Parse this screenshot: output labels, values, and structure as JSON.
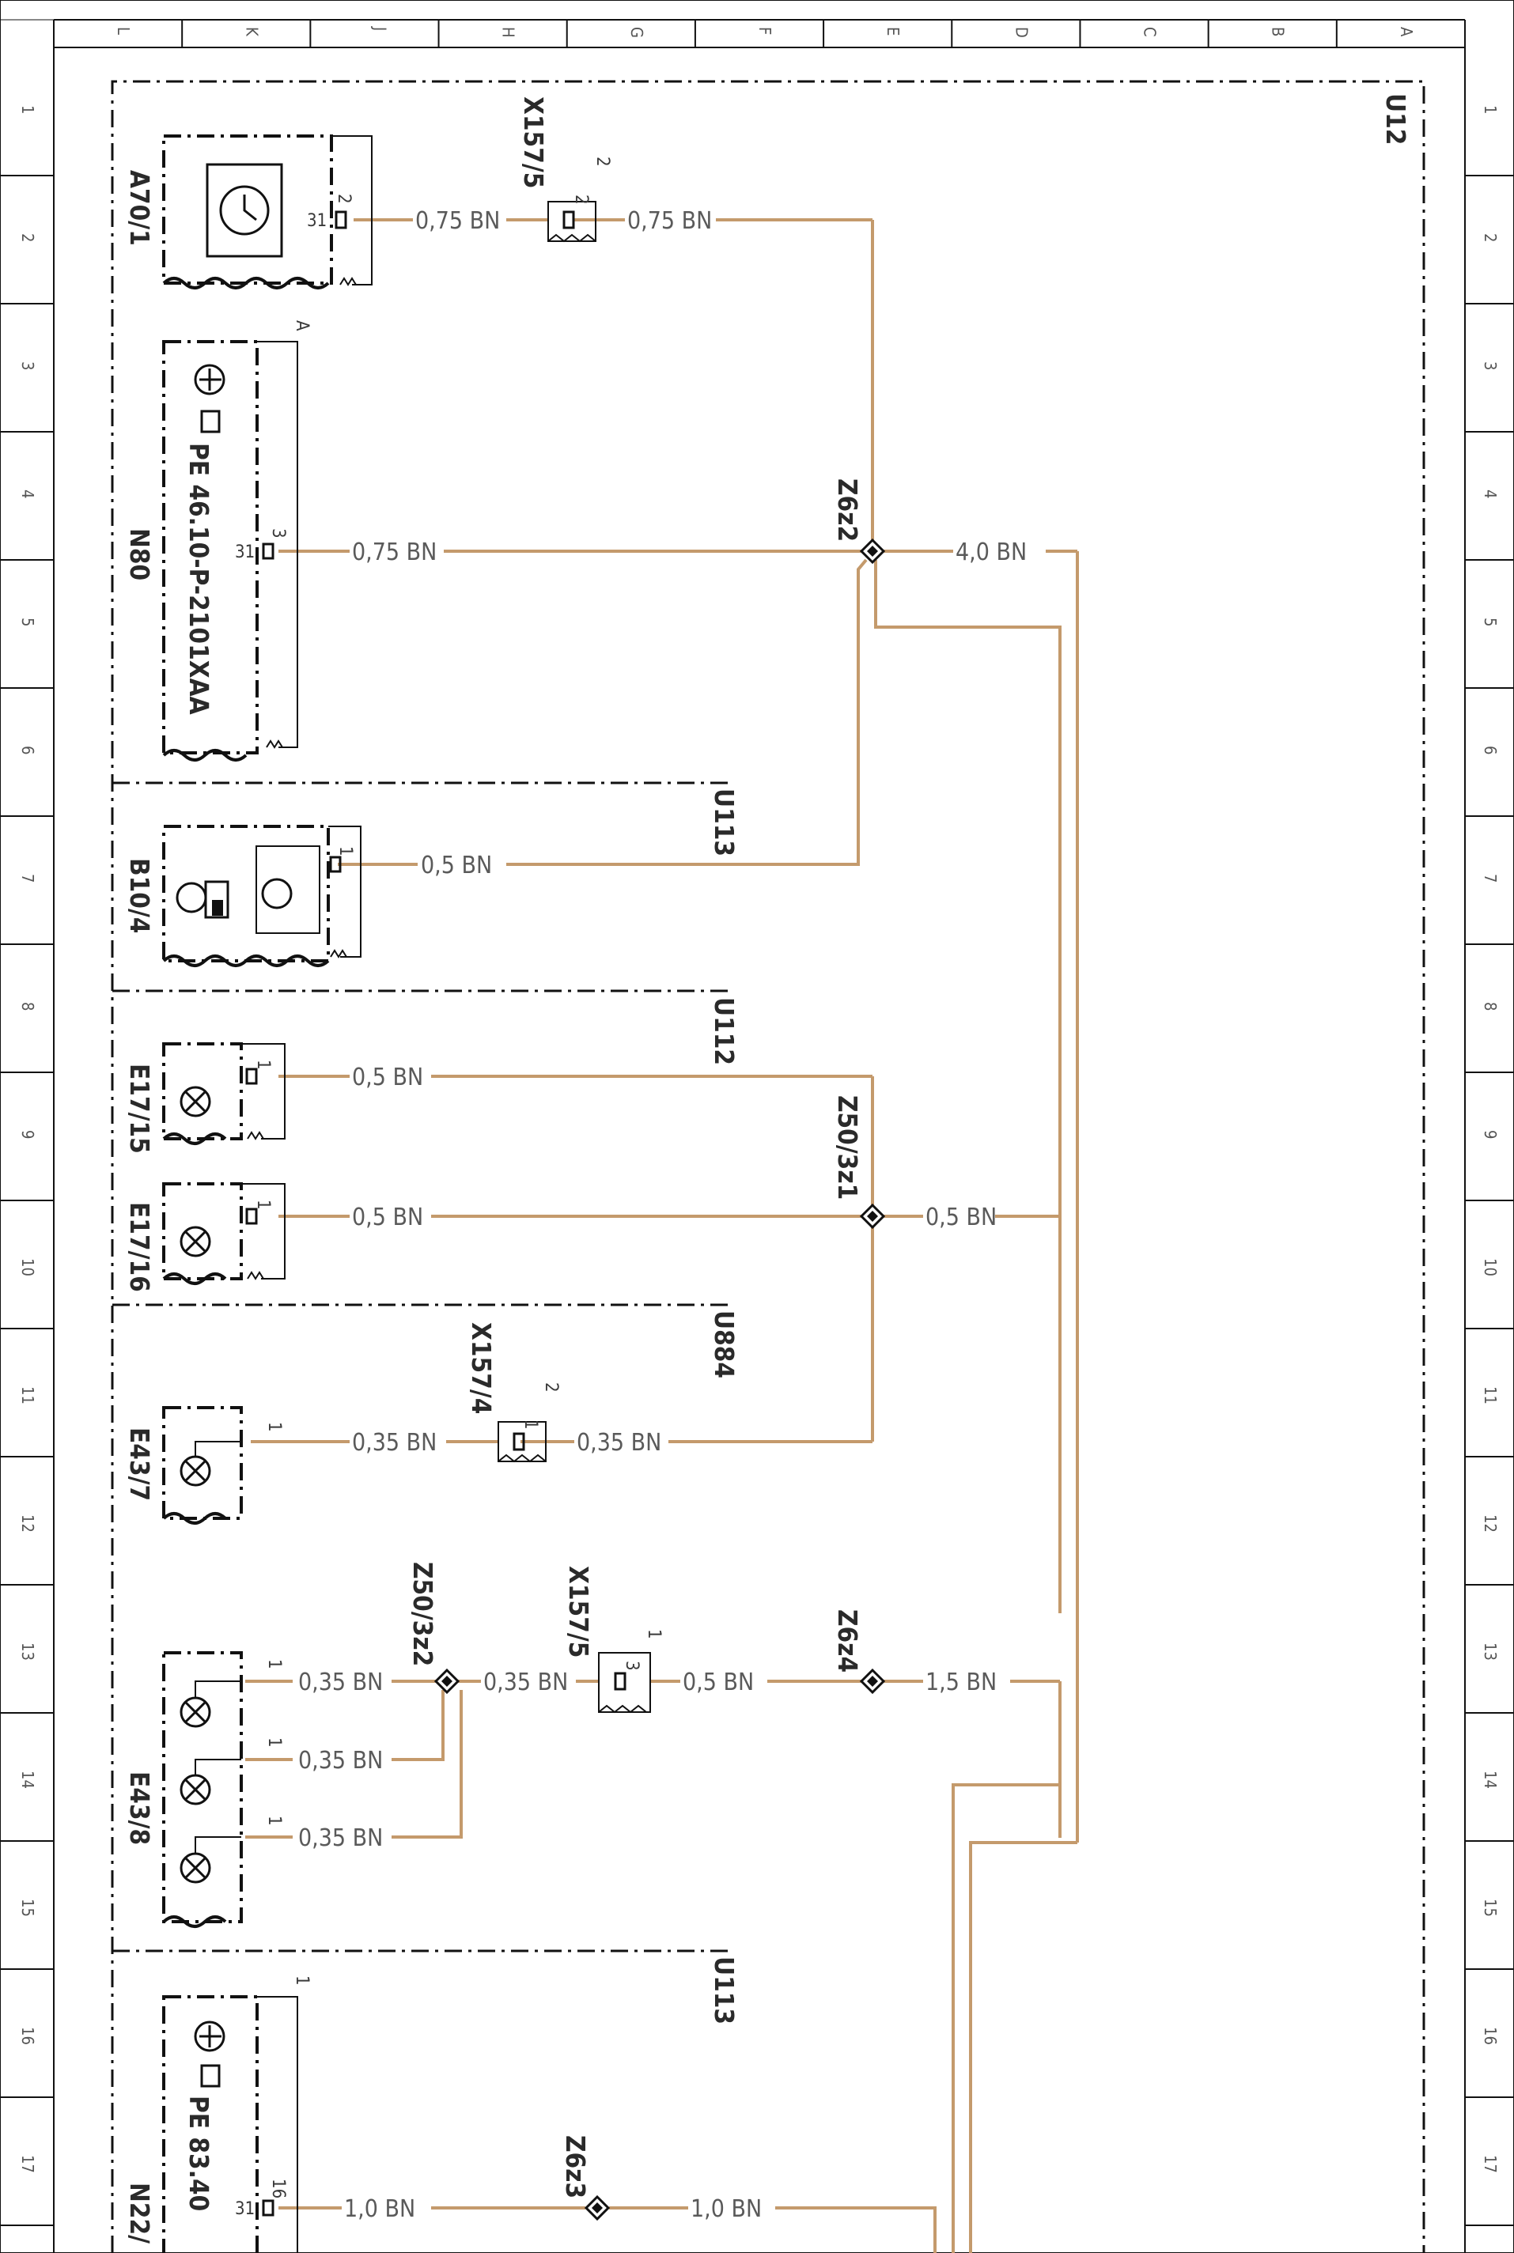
{
  "frame": {
    "row_letters": [
      "L",
      "K",
      "J",
      "H",
      "G",
      "F",
      "E",
      "D",
      "C",
      "B",
      "A"
    ],
    "col_numbers": [
      "1",
      "2",
      "3",
      "4",
      "5",
      "6",
      "7",
      "8",
      "9",
      "10",
      "11",
      "12",
      "13",
      "14",
      "15",
      "16",
      "17"
    ]
  },
  "sections": {
    "outer": "U12",
    "s1": "U113",
    "s2": "U112",
    "s3": "U884",
    "s4": "U113"
  },
  "components": {
    "a70": "A70/1",
    "n80": "N80",
    "n80_part": "PE 46.10-P-2101XAA",
    "b10": "B10/4",
    "e17_15": "E17/15",
    "e17_16": "E17/16",
    "e43_7": "E43/7",
    "e43_8": "E43/8",
    "n22": "N22/",
    "n22_part": "PE 83.40"
  },
  "connectors": {
    "x157_5_a": "X157/5",
    "x157_4": "X157/4",
    "x157_5_b": "X157/5"
  },
  "splices": {
    "z6z2": "Z6z2",
    "z50_3z1": "Z50/3z1",
    "z50_3z2": "Z50/3z2",
    "z6z4": "Z6z4",
    "z6z3": "Z6z3"
  },
  "wires": {
    "w1": "0,75 BN",
    "w2": "0,75 BN",
    "w3": "0,75 BN",
    "w4": "4,0 BN",
    "w5": "0,5 BN",
    "w6": "0,5 BN",
    "w7": "0,5 BN",
    "w8": "0,5 BN",
    "w9": "0,35 BN",
    "w10": "0,35 BN",
    "w11": "0,35 BN",
    "w12": "0,35 BN",
    "w13": "0,5 BN",
    "w14": "1,5 BN",
    "w15": "0,35 BN",
    "w16": "0,35 BN",
    "w17": "1,0 BN",
    "w18": "1,0 BN"
  },
  "pins": {
    "p31a": "31",
    "p2a": "2",
    "p2b": "2",
    "p2c": "2",
    "pA": "A",
    "p3a": "3",
    "p31b": "31",
    "p1a": "1",
    "p1b": "1",
    "p1c": "1",
    "p1d": "1",
    "p1e": "1",
    "p2d": "2",
    "p1f": "1",
    "p1g": "1",
    "p1h": "1",
    "p3b": "3",
    "p1i": "1",
    "p1j": "1",
    "p1k": "1",
    "p16": "16",
    "p31c": "31"
  },
  "colors": {
    "wire": "#c49a6c",
    "line": "#111111"
  }
}
